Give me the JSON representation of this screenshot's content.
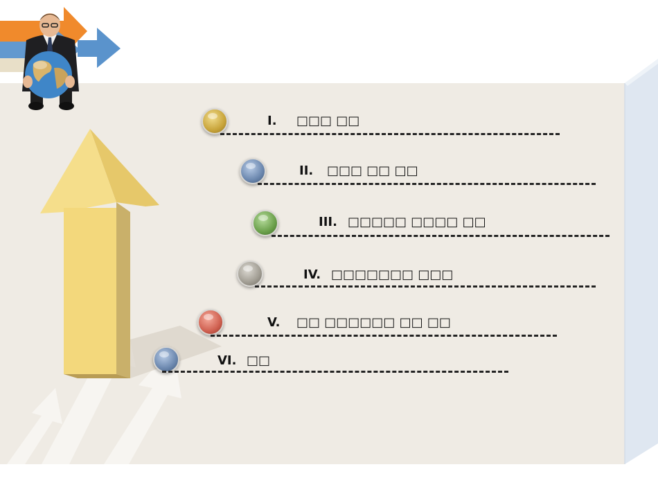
{
  "toc": {
    "items": [
      {
        "numeral": "I.",
        "label": "□□□ □□",
        "bullet_color": "#c8a43a"
      },
      {
        "numeral": "II.",
        "label": "□□□ □□ □□",
        "bullet_color": "#6b87ae"
      },
      {
        "numeral": "III.",
        "label": "□□□□□ □□□□ □□",
        "bullet_color": "#6a9f4a"
      },
      {
        "numeral": "IV.",
        "label": "□□□□□□□ □□□",
        "bullet_color": "#a09c92"
      },
      {
        "numeral": "V.",
        "label": "□□ □□□□□□ □□ □□",
        "bullet_color": "#cf6050"
      },
      {
        "numeral": "VI.",
        "label": "□□",
        "bullet_color": "#6b87ae"
      }
    ]
  },
  "colors": {
    "panel": "#efebe4",
    "side_panel": "#dfe7f1",
    "arrow_yellow": "#f3d87c",
    "arrow_orange": "#f08a2c",
    "arrow_blue": "#5a93cc"
  },
  "illustration": {
    "icons": [
      "businessman-globe-icon",
      "up-arrow-icon",
      "right-arrow-icon"
    ]
  }
}
